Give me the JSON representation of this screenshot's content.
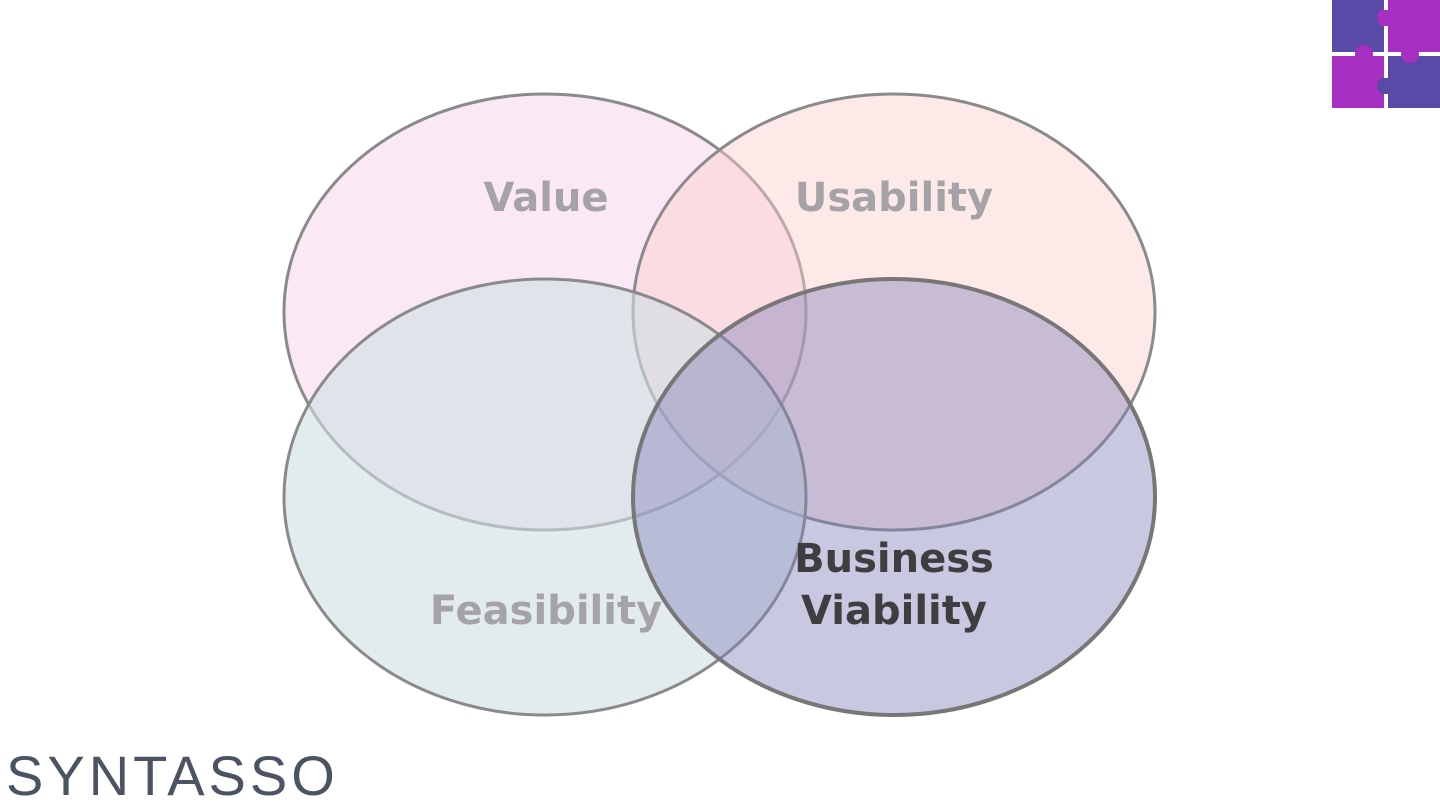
{
  "diagram": {
    "sets": [
      {
        "id": "value",
        "label": "Value",
        "fill": "#f9e8f4",
        "label_color": "#a5a3a6"
      },
      {
        "id": "usability",
        "label": "Usability",
        "fill": "#fde8e7",
        "label_color": "#a5a3a6"
      },
      {
        "id": "feasibility",
        "label": "Feasibility",
        "fill": "#dde9ea",
        "label_color": "#a5a3a6"
      },
      {
        "id": "business-viability",
        "label_line1": "Business",
        "label_line2": "Viability",
        "fill": "#b2b1d4",
        "label_color": "#3f3d40",
        "highlighted": true
      }
    ],
    "outline_color": "#8a8a8a"
  },
  "brand": {
    "wordmark": "SYNTASSO",
    "wordmark_color": "#4b5463",
    "logo_colors": [
      "#5a4aa8",
      "#a72fc2"
    ],
    "logo_icon": "puzzle-logo-icon"
  }
}
